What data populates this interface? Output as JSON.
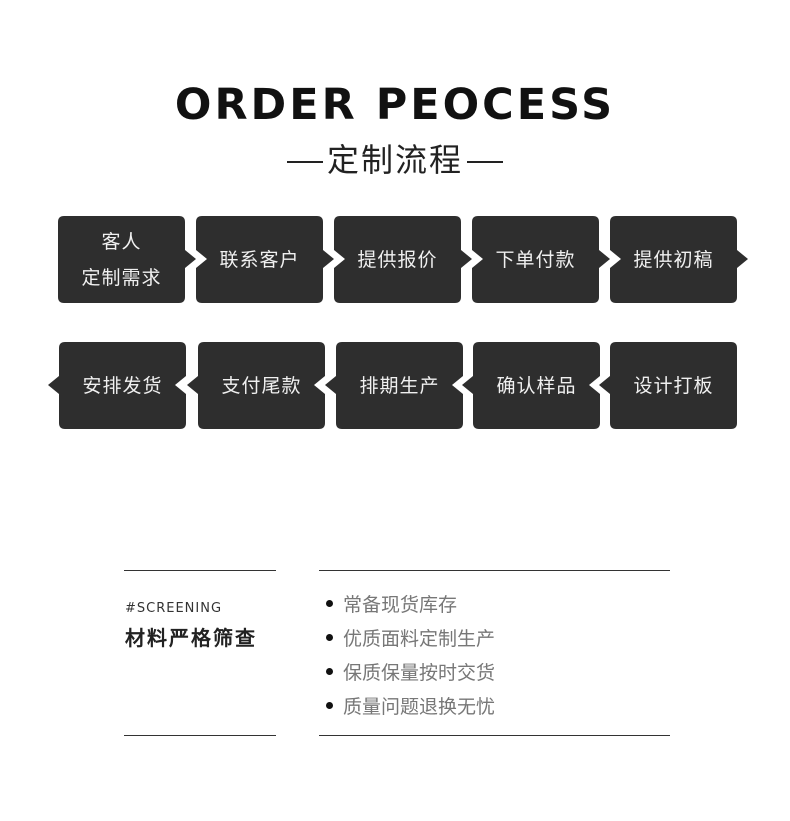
{
  "header": {
    "title": "ORDER PEOCESS",
    "subtitle": "定制流程"
  },
  "colors": {
    "box": "#2e2e2e",
    "box_text": "#f0f0f0",
    "title": "#111111",
    "list_text": "#777777"
  },
  "process": {
    "row1": [
      {
        "line1": "客人",
        "line2": "定制需求"
      },
      {
        "line1": "联系客户"
      },
      {
        "line1": "提供报价"
      },
      {
        "line1": "下单付款"
      },
      {
        "line1": "提供初稿"
      }
    ],
    "row2": [
      {
        "line1": "安排发货"
      },
      {
        "line1": "支付尾款"
      },
      {
        "line1": "排期生产"
      },
      {
        "line1": "确认样品"
      },
      {
        "line1": "设计打板"
      }
    ]
  },
  "screening": {
    "tag": "#SCREENING",
    "heading": "材料严格筛查",
    "items": [
      "常备现货库存",
      "优质面料定制生产",
      "保质保量按时交货",
      "质量问题退换无忧"
    ]
  }
}
